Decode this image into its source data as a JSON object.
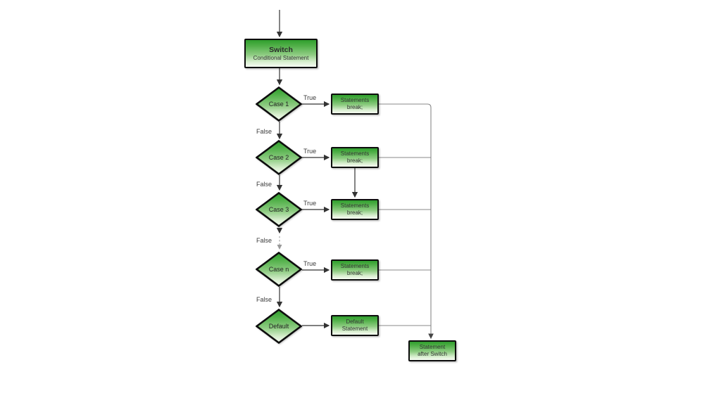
{
  "flowchart": {
    "start": {
      "title": "Switch",
      "subtitle": "Conditional Statement"
    },
    "cases": [
      {
        "label": "Case 1",
        "true_label": "True",
        "false_label": "False",
        "statement": {
          "line1": "Statements",
          "line2": "break;"
        }
      },
      {
        "label": "Case 2",
        "true_label": "True",
        "false_label": "False",
        "statement": {
          "line1": "Statements",
          "line2": "break;"
        }
      },
      {
        "label": "Case 3",
        "true_label": "True",
        "false_label": "False",
        "statement": {
          "line1": "Statements",
          "line2": "break;"
        }
      },
      {
        "label": "Case n",
        "true_label": "True",
        "false_label": "False",
        "statement": {
          "line1": "Statements",
          "line2": "break;"
        }
      }
    ],
    "default_branch": {
      "label": "Default",
      "statement": {
        "line1": "Default",
        "line2": "Statement"
      }
    },
    "end": {
      "statement": {
        "line1": "Statement",
        "line2": "after Switch"
      }
    },
    "colors": {
      "node_fill_top": "#2f9e2d",
      "node_fill_bottom": "#f5fbf2",
      "node_border": "#0d0d0d",
      "connector_dark": "#333333",
      "connector_gray": "#888888",
      "label_text": "#3a3a3a",
      "background": "#ffffff"
    }
  }
}
